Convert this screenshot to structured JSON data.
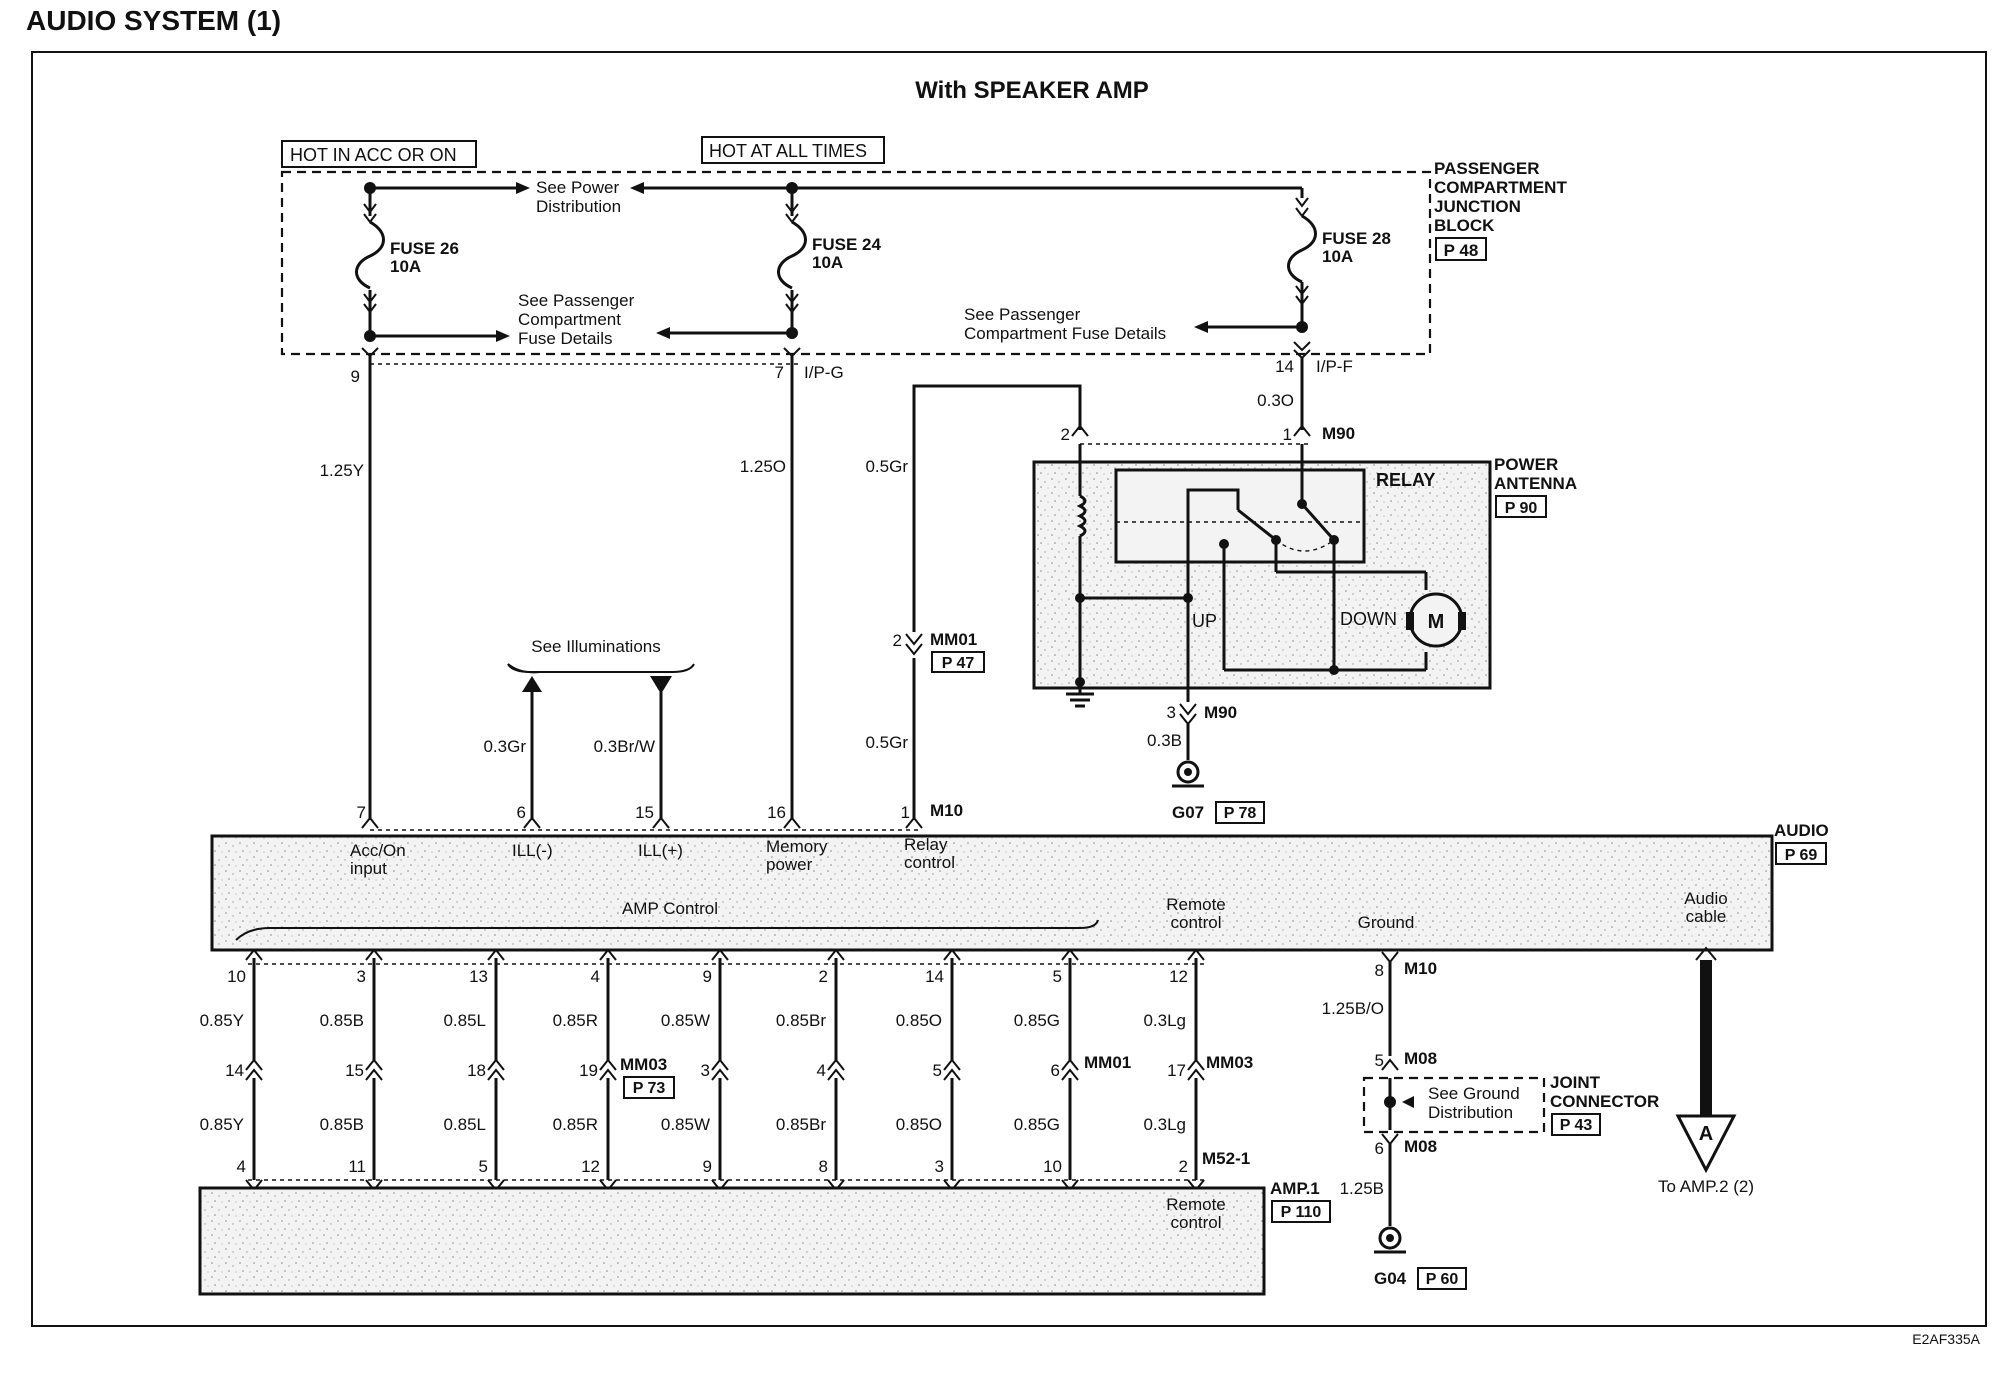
{
  "header": {
    "title": "AUDIO SYSTEM (1)"
  },
  "subtitle": "With SPEAKER AMP",
  "code": "E2AF335A",
  "fuse_box": {
    "hot_acc": "HOT IN ACC OR ON",
    "hot_all": "HOT AT ALL TIMES",
    "name_lines": [
      "PASSENGER",
      "COMPARTMENT",
      "JUNCTION",
      "BLOCK"
    ],
    "ref": "P 48",
    "see_power": [
      "See Power",
      "Distribution"
    ],
    "see_pass_left": [
      "See Passenger",
      "Compartment",
      "Fuse Details"
    ],
    "see_pass_right": [
      "See Passenger",
      "Compartment Fuse Details"
    ],
    "fuses": [
      {
        "name": "FUSE 26",
        "rating": "10A"
      },
      {
        "name": "FUSE 24",
        "rating": "10A"
      },
      {
        "name": "FUSE 28",
        "rating": "10A"
      }
    ],
    "pins": [
      "9",
      "7",
      "14"
    ],
    "conn_ipg": "I/P-G",
    "conn_ipf": "I/P-F"
  },
  "upper_wires": {
    "w1": "1.25Y",
    "w2": "1.25O",
    "w3": "0.5Gr",
    "w3b": "0.5Gr",
    "w4": "0.3O",
    "illum": "See Illuminations",
    "ill_minus_wire": "0.3Gr",
    "ill_plus_wire": "0.3Br/W",
    "mm01_pin": "2",
    "mm01": "MM01",
    "mm01_ref": "P 47"
  },
  "antenna": {
    "name_lines": [
      "POWER",
      "ANTENNA"
    ],
    "ref": "P 90",
    "relay": "RELAY",
    "up": "UP",
    "down": "DOWN",
    "motor": "M",
    "pin_top_left": "2",
    "pin_top_right": "1",
    "conn": "M90",
    "pin_bottom": "3",
    "conn_bottom": "M90",
    "wire_bottom": "0.3B",
    "ground": "G07",
    "ground_ref": "P 78"
  },
  "audio": {
    "name": "AUDIO",
    "ref": "P 69",
    "top_pins": [
      "7",
      "6",
      "15",
      "16",
      "1"
    ],
    "top_conn": "M10",
    "labels": {
      "acc": [
        "Acc/On",
        "input"
      ],
      "ill_minus": "ILL(-)",
      "ill_plus": "ILL(+)",
      "memory": [
        "Memory",
        "power"
      ],
      "relay": [
        "Relay",
        "control"
      ],
      "amp_control": "AMP Control",
      "remote": [
        "Remote",
        "control"
      ],
      "ground": "Ground",
      "audio_cable": [
        "Audio",
        "cable"
      ]
    }
  },
  "amp_wires": {
    "top_pins": [
      "10",
      "3",
      "13",
      "4",
      "9",
      "2",
      "14",
      "5",
      "12"
    ],
    "colors": [
      "0.85Y",
      "0.85B",
      "0.85L",
      "0.85R",
      "0.85W",
      "0.85Br",
      "0.85O",
      "0.85G",
      "0.3Lg"
    ],
    "mid_pins": [
      "14",
      "15",
      "18",
      "19",
      "3",
      "4",
      "5",
      "6",
      "17"
    ],
    "mm03": "MM03",
    "mm03_ref": "P 73",
    "mm01": "MM01",
    "mm03b": "MM03",
    "bottom_pins": [
      "4",
      "11",
      "5",
      "12",
      "9",
      "8",
      "3",
      "10",
      "2"
    ],
    "conn_bottom": "M52-1"
  },
  "amp": {
    "name": "AMP.1",
    "ref": "P 110",
    "remote": [
      "Remote",
      "control"
    ]
  },
  "ground_path": {
    "pin_top": "8",
    "conn_top": "M10",
    "wire1": "1.25B/O",
    "pin_mid": "5",
    "conn_mid": "M08",
    "joint": [
      "JOINT",
      "CONNECTOR"
    ],
    "joint_ref": "P 43",
    "see_ground": [
      "See Ground",
      "Distribution"
    ],
    "pin_low": "6",
    "conn_low": "M08",
    "wire2": "1.25B",
    "ground": "G04",
    "ground_ref": "P 60"
  },
  "to_amp2": {
    "letter": "A",
    "text": "To AMP.2 (2)"
  }
}
